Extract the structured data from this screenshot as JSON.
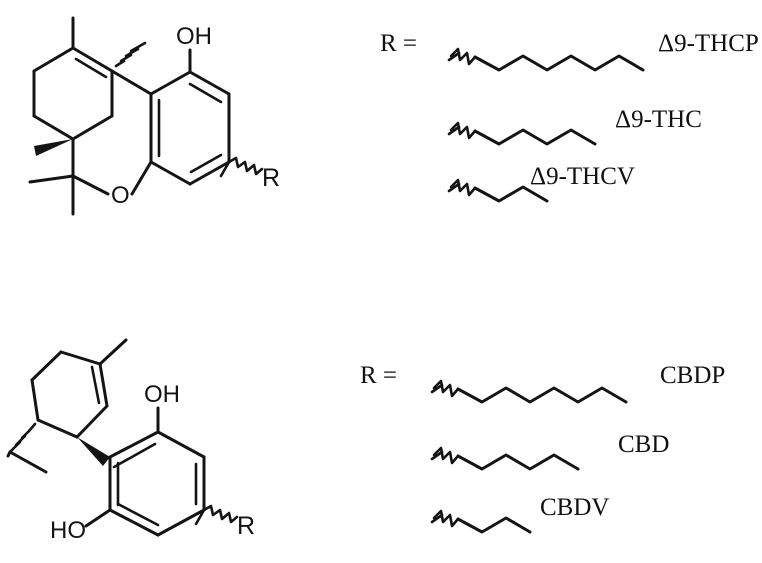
{
  "figure": {
    "type": "chemical-structure-diagram",
    "description": "Cannabinoid structures with variable alkyl side chains"
  },
  "panels": [
    {
      "id": "thc-panel",
      "core_name": "delta-9-THC core",
      "atom_labels": {
        "hydroxyl": "OH",
        "ether_oxygen": "O",
        "r_group": "R"
      },
      "legend": {
        "prefix": "R =",
        "rows": [
          {
            "label": "Δ9-THCP",
            "carbons": 7,
            "chain": "heptyl"
          },
          {
            "label": "Δ9-THC",
            "carbons": 5,
            "chain": "pentyl"
          },
          {
            "label": "Δ9-THCV",
            "carbons": 3,
            "chain": "propyl"
          }
        ]
      }
    },
    {
      "id": "cbd-panel",
      "core_name": "CBD core",
      "atom_labels": {
        "hydroxyl_top": "OH",
        "hydroxyl_bottom": "HO",
        "r_group": "R"
      },
      "legend": {
        "prefix": "R =",
        "rows": [
          {
            "label": "CBDP",
            "carbons": 7,
            "chain": "heptyl"
          },
          {
            "label": "CBD",
            "carbons": 5,
            "chain": "pentyl"
          },
          {
            "label": "CBDV",
            "carbons": 3,
            "chain": "propyl"
          }
        ]
      }
    }
  ],
  "colors": {
    "bond": "#141414",
    "background": "#ffffff"
  }
}
